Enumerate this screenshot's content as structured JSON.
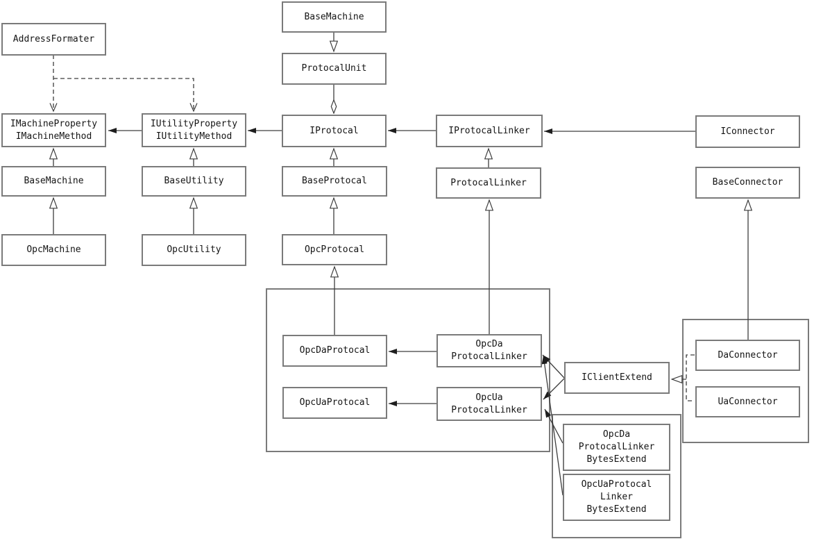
{
  "diagram": {
    "type": "uml-class-diagram",
    "background_color": "#ffffff",
    "box_border_color": "#7a7a7a",
    "line_color": "#3d3d3d",
    "nodes": {
      "address_formater": {
        "label": "AddressFormater"
      },
      "imachine": {
        "label": "IMachineProperty\nIMachineMethod"
      },
      "base_machine_left": {
        "label": "BaseMachine"
      },
      "opc_machine": {
        "label": "OpcMachine"
      },
      "iutility": {
        "label": "IUtilityProperty\nIUtilityMethod"
      },
      "base_utility": {
        "label": "BaseUtility"
      },
      "opc_utility": {
        "label": "OpcUtility"
      },
      "base_machine_top": {
        "label": "BaseMachine"
      },
      "protocal_unit": {
        "label": "ProtocalUnit"
      },
      "iprotocal": {
        "label": "IProtocal"
      },
      "base_protocal": {
        "label": "BaseProtocal"
      },
      "opc_protocal": {
        "label": "OpcProtocal"
      },
      "iprotocal_linker": {
        "label": "IProtocalLinker"
      },
      "protocal_linker": {
        "label": "ProtocalLinker"
      },
      "iconnector": {
        "label": "IConnector"
      },
      "base_connector": {
        "label": "BaseConnector"
      },
      "opc_da_protocal": {
        "label": "OpcDaProtocal"
      },
      "opc_ua_protocal": {
        "label": "OpcUaProtocal"
      },
      "opc_da_linker": {
        "label": "OpcDa\nProtocalLinker"
      },
      "opc_ua_linker": {
        "label": "OpcUa\nProtocalLinker"
      },
      "iclient_extend": {
        "label": "IClientExtend"
      },
      "da_connector": {
        "label": "DaConnector"
      },
      "ua_connector": {
        "label": "UaConnector"
      },
      "opc_da_bytes": {
        "label": "OpcDa\nProtocalLinker\nBytesExtend"
      },
      "opc_ua_bytes": {
        "label": "OpcUaProtocal\nLinker\nBytesExtend"
      }
    },
    "edges": [
      {
        "from": "AddressFormater",
        "to": "IMachineProperty/IMachineMethod",
        "type": "dependency-dashed-open-arrow"
      },
      {
        "from": "AddressFormater",
        "to": "IUtilityProperty/IUtilityMethod",
        "type": "dependency-dashed-open-arrow"
      },
      {
        "from": "IUtilityProperty/IUtilityMethod",
        "to": "IMachineProperty/IMachineMethod",
        "type": "association-filled-arrow"
      },
      {
        "from": "IProtocal",
        "to": "IUtilityProperty/IUtilityMethod",
        "type": "association-filled-arrow"
      },
      {
        "from": "IProtocalLinker",
        "to": "IProtocal",
        "type": "association-filled-arrow"
      },
      {
        "from": "IConnector",
        "to": "IProtocalLinker",
        "type": "association-filled-arrow"
      },
      {
        "from": "BaseMachine",
        "to": "IMachineProperty/IMachineMethod",
        "type": "generalization-hollow-triangle"
      },
      {
        "from": "OpcMachine",
        "to": "BaseMachine",
        "type": "generalization-hollow-triangle"
      },
      {
        "from": "BaseUtility",
        "to": "IUtilityProperty/IUtilityMethod",
        "type": "generalization-hollow-triangle"
      },
      {
        "from": "OpcUtility",
        "to": "BaseUtility",
        "type": "generalization-hollow-triangle"
      },
      {
        "from": "BaseMachine",
        "to": "ProtocalUnit",
        "type": "generalization-hollow-triangle"
      },
      {
        "from": "ProtocalUnit",
        "to": "IProtocal",
        "type": "aggregation-hollow-diamond"
      },
      {
        "from": "BaseProtocal",
        "to": "IProtocal",
        "type": "generalization-hollow-triangle"
      },
      {
        "from": "OpcProtocal",
        "to": "BaseProtocal",
        "type": "generalization-hollow-triangle"
      },
      {
        "from": "OpcDaProtocal",
        "to": "OpcProtocal",
        "type": "generalization-hollow-triangle"
      },
      {
        "from": "ProtocalLinker",
        "to": "IProtocalLinker",
        "type": "generalization-hollow-triangle"
      },
      {
        "from": "OpcDaProtocalLinker",
        "to": "ProtocalLinker",
        "type": "generalization-hollow-triangle"
      },
      {
        "from": "DaConnector",
        "to": "BaseConnector",
        "type": "generalization-hollow-triangle"
      },
      {
        "from": "OpcDaProtocalLinker",
        "to": "OpcDaProtocal",
        "type": "association-filled-arrow"
      },
      {
        "from": "OpcUaProtocalLinker",
        "to": "OpcUaProtocal",
        "type": "association-filled-arrow"
      },
      {
        "from": "IClientExtend",
        "to": "OpcDaProtocalLinker",
        "type": "association-filled-arrow"
      },
      {
        "from": "IClientExtend",
        "to": "OpcUaProtocalLinker",
        "type": "association-filled-arrow"
      },
      {
        "from": "OpcDaProtocalLinkerBytesExtend",
        "to": "OpcUaProtocalLinker",
        "type": "association-filled-arrow"
      },
      {
        "from": "OpcUaProtocalLinkerBytesExtend",
        "to": "OpcDaProtocalLinker",
        "type": "association-filled-arrow"
      },
      {
        "from": "DaConnector",
        "to": "IClientExtend",
        "type": "realization-dashed-hollow-triangle"
      },
      {
        "from": "UaConnector",
        "to": "IClientExtend",
        "type": "realization-dashed-hollow-triangle"
      }
    ]
  }
}
